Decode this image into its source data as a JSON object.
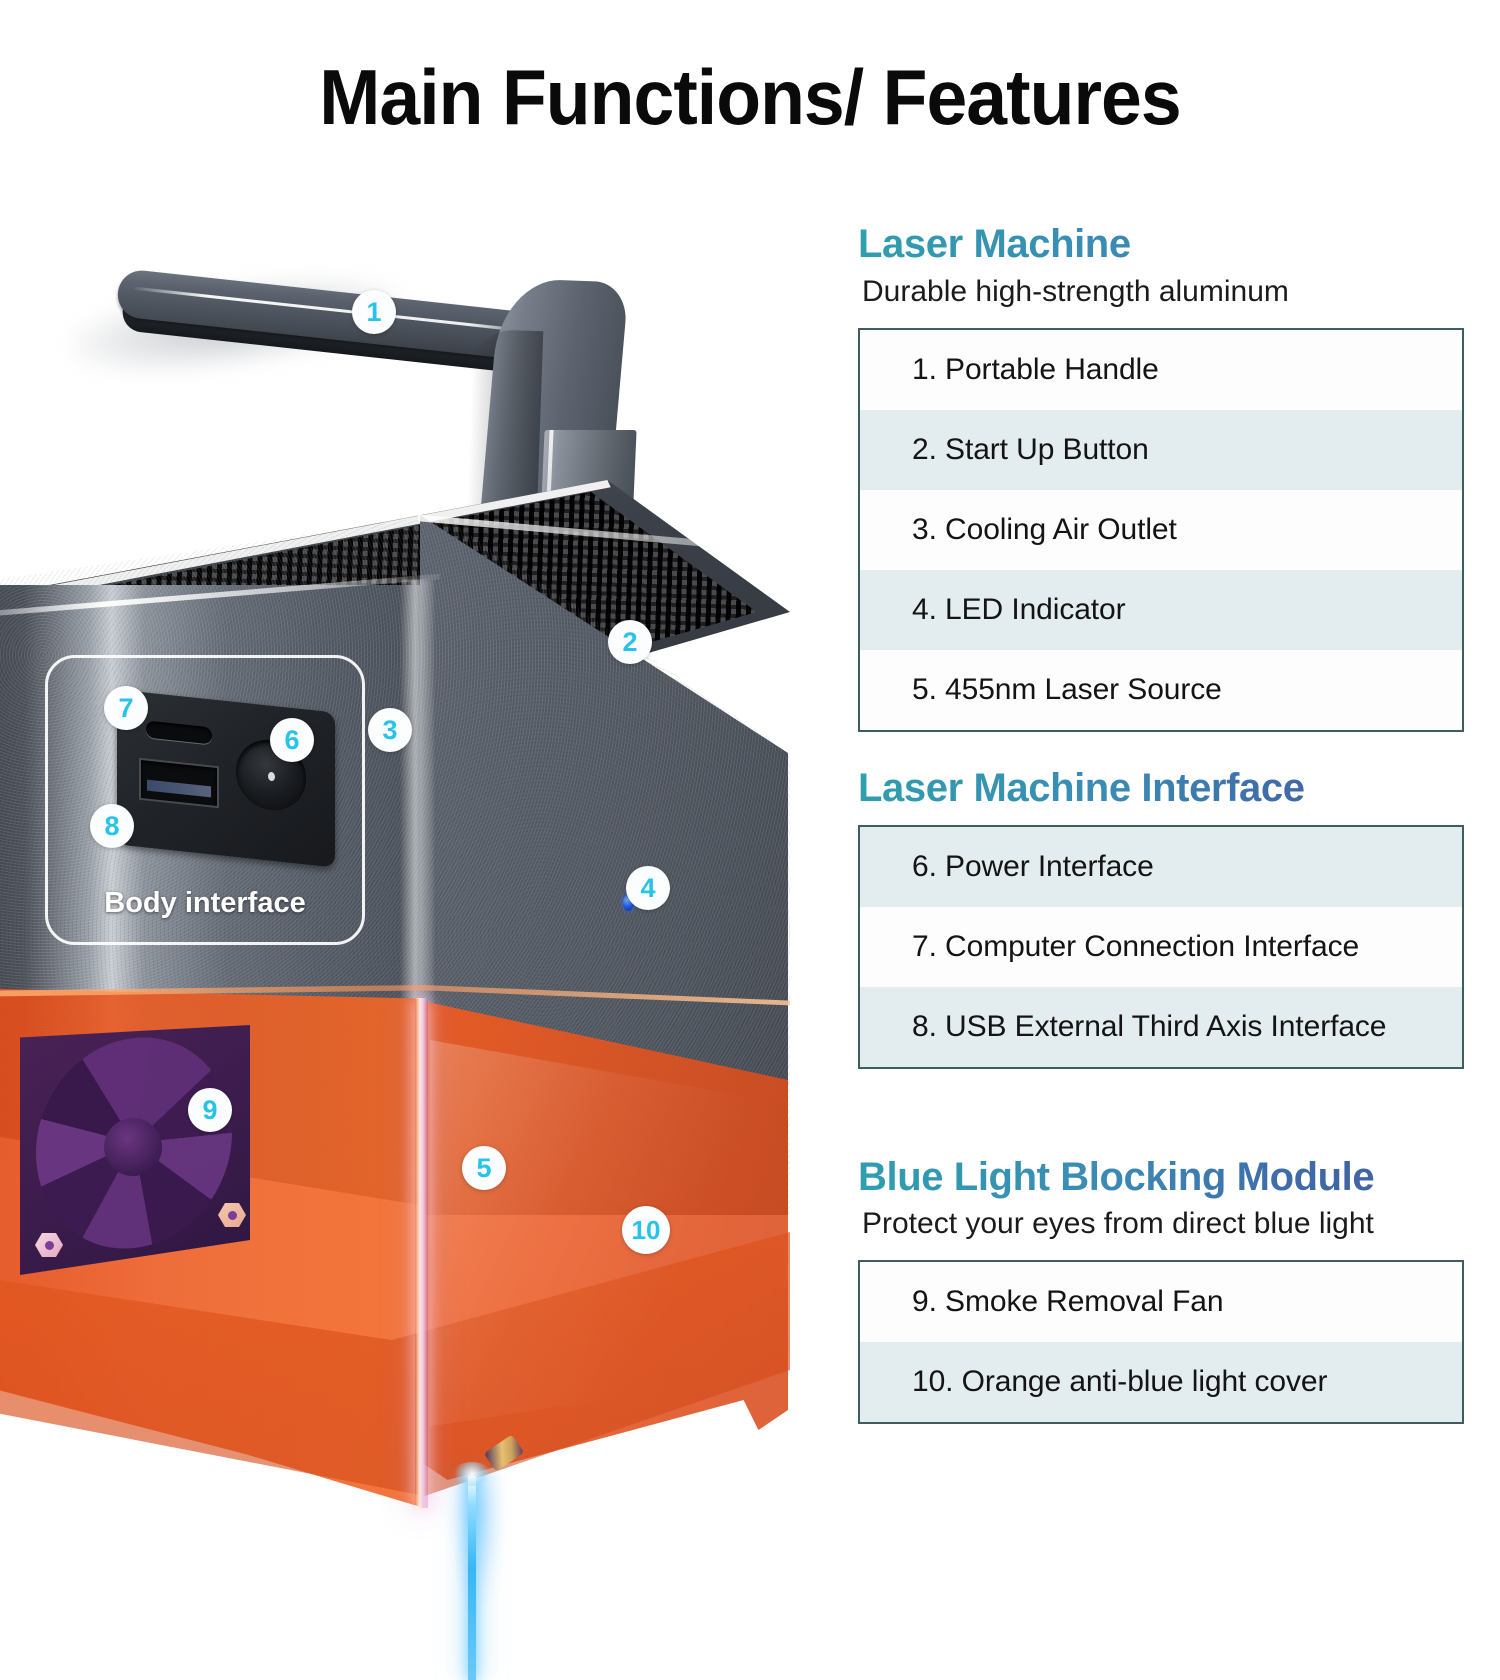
{
  "title": "Main Functions/ Features",
  "sections": [
    {
      "heading": "Laser Machine",
      "subtitle": "Durable high-strength aluminum",
      "rows": [
        {
          "label": "1. Portable Handle",
          "shaded": false
        },
        {
          "label": "2. Start Up Button",
          "shaded": true
        },
        {
          "label": "3. Cooling Air Outlet",
          "shaded": false
        },
        {
          "label": "4. LED Indicator",
          "shaded": true
        },
        {
          "label": "5. 455nm Laser Source",
          "shaded": false
        }
      ]
    },
    {
      "heading": "Laser Machine Interface",
      "subtitle": "",
      "rows": [
        {
          "label": "6. Power Interface",
          "shaded": true
        },
        {
          "label": "7. Computer Connection Interface",
          "shaded": false
        },
        {
          "label": "8. USB External Third Axis Interface",
          "shaded": true
        }
      ]
    },
    {
      "heading": "Blue Light Blocking Module",
      "subtitle": "Protect your eyes from direct blue light",
      "rows": [
        {
          "label": "9. Smoke Removal Fan",
          "shaded": false
        },
        {
          "label": "10. Orange anti-blue light cover",
          "shaded": true
        }
      ]
    }
  ],
  "product": {
    "inset_label": "Body interface",
    "callouts": [
      {
        "id": "1",
        "target": "portable-handle"
      },
      {
        "id": "2",
        "target": "start-up-button"
      },
      {
        "id": "3",
        "target": "cooling-air-outlet"
      },
      {
        "id": "4",
        "target": "led-indicator"
      },
      {
        "id": "5",
        "target": "laser-source"
      },
      {
        "id": "6",
        "target": "power-interface"
      },
      {
        "id": "7",
        "target": "computer-connection-interface"
      },
      {
        "id": "8",
        "target": "usb-third-axis-interface"
      },
      {
        "id": "9",
        "target": "smoke-removal-fan"
      },
      {
        "id": "10",
        "target": "anti-blue-light-cover"
      }
    ]
  },
  "colors": {
    "heading_gradient_start": "#2f9fae",
    "heading_gradient_end": "#3f5e9c",
    "table_border": "#3f5d5e",
    "row_shaded": "#e3ecee",
    "row_plain": "#fdfdfd",
    "badge_number": "#29c3e8",
    "cover_orange": "#ea5a20",
    "laser_beam": "#38b6f5",
    "led_blue": "#1f56d8",
    "background": "#ffffff"
  }
}
